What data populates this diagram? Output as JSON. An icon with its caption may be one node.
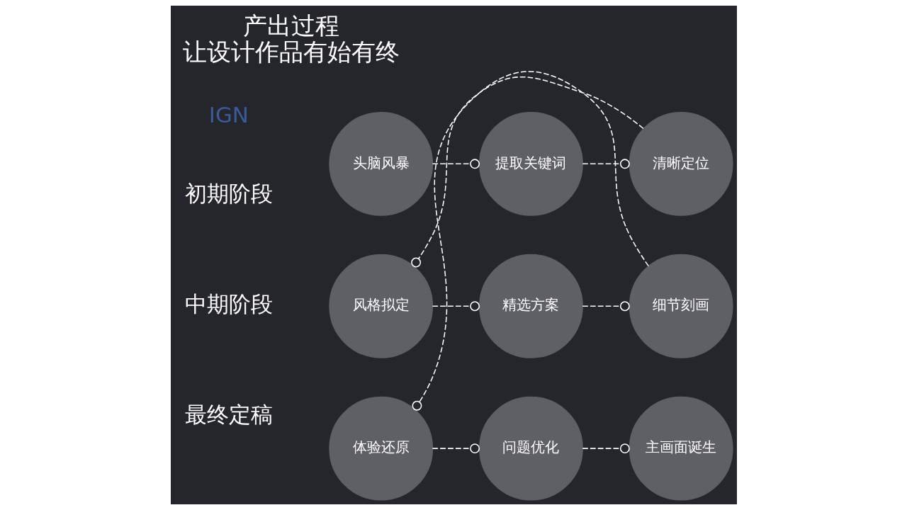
{
  "diagram": {
    "title": "产出过程",
    "caption": "让设计作品有始有终",
    "nodes": [
      {
        "text": [
          "头脑风暴"
        ]
      },
      {
        "text": [
          "提取关键词"
        ]
      },
      {
        "text": [
          "清晰定位"
        ]
      },
      {
        "text": [
          "风格拟定"
        ]
      },
      {
        "text": [
          "精选方案"
        ]
      },
      {
        "text": [
          "细节刻画"
        ]
      },
      {
        "text": [
          "体验还原"
        ]
      },
      {
        "text": [
          "问题优化"
        ]
      },
      {
        "text": [
          "主画面诞生"
        ]
      }
    ],
    "edges": [
      {
        "from": 0,
        "to": 1,
        "arrow": "other",
        "style": "dashed"
      },
      {
        "from": 1,
        "to": 2,
        "arrow": "other",
        "style": "dashed"
      },
      {
        "from": 2,
        "to": 3,
        "arrow": "other",
        "style": "dashed"
      },
      {
        "from": 3,
        "to": 4,
        "arrow": "other",
        "style": "dashed"
      },
      {
        "from": 4,
        "to": 5,
        "arrow": "other",
        "style": "dashed"
      },
      {
        "from": 5,
        "to": 6,
        "arrow": "other",
        "style": "dashed"
      },
      {
        "from": 6,
        "to": 7,
        "arrow": "other",
        "style": "dashed"
      },
      {
        "from": 7,
        "to": 8,
        "arrow": "other",
        "style": "dashed"
      }
    ],
    "labels": [
      "初期阶段",
      "中期阶段",
      "最终定稿",
      "IGN"
    ]
  }
}
